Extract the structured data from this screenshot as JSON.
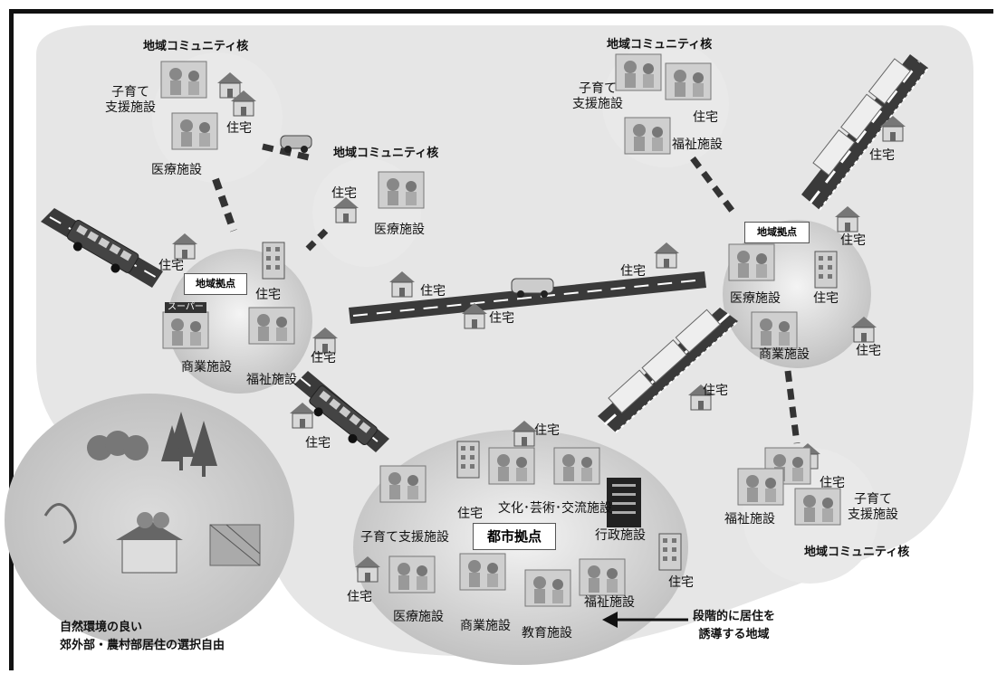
{
  "hubs": {
    "city": "都市拠点",
    "regional_west": "地域拠点",
    "regional_east": "地域拠点"
  },
  "community_cores": {
    "nw": "地域コミュニティ核",
    "center": "地域コミュニティ核",
    "ne": "地域コミュニティ核",
    "se": "地域コミュニティ核"
  },
  "facilities": {
    "childcare_multiline": "子育て\n支援施設",
    "childcare_oneline": "子育て支援施設",
    "medical": "医療施設",
    "welfare": "福祉施設",
    "commercial": "商業施設",
    "culture": "文化･芸術･交流施設",
    "admin": "行政施設",
    "education": "教育施設",
    "housing": "住宅"
  },
  "store_sign": "スーパー",
  "suburban_note": "自然環境の良い\n郊外部・農村部居住の選択自由",
  "arrow_note": "段階的に居住を\n誘導する地域",
  "colors": {
    "background_blob": "#e6e6e6",
    "hub_circle": "#c8c8c8",
    "road": "#3a3a3a",
    "frame": "#111111"
  }
}
